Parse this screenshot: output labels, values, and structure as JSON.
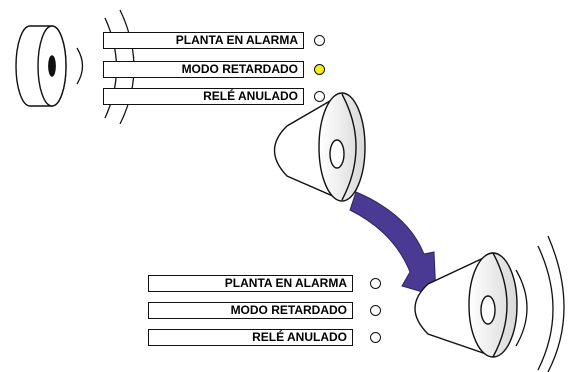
{
  "top_panel": {
    "items": [
      {
        "label": "PLANTA EN ALARMA",
        "led_on": false
      },
      {
        "label": "MODO RETARDADO",
        "led_on": true
      },
      {
        "label": "RELÉ ANULADO",
        "led_on": false
      }
    ]
  },
  "bottom_panel": {
    "items": [
      {
        "label": "PLANTA EN ALARMA",
        "led_on": false
      },
      {
        "label": "MODO RETARDADO",
        "led_on": false
      },
      {
        "label": "RELÉ ANULADO",
        "led_on": false
      }
    ]
  },
  "colors": {
    "led_on": "#f2ee16",
    "led_off": "#ffffff",
    "arrow": "#4a3a94",
    "speaker_cone_shade": "#cfcfcf",
    "speaker_body": "#ffffff",
    "line": "#111111"
  }
}
